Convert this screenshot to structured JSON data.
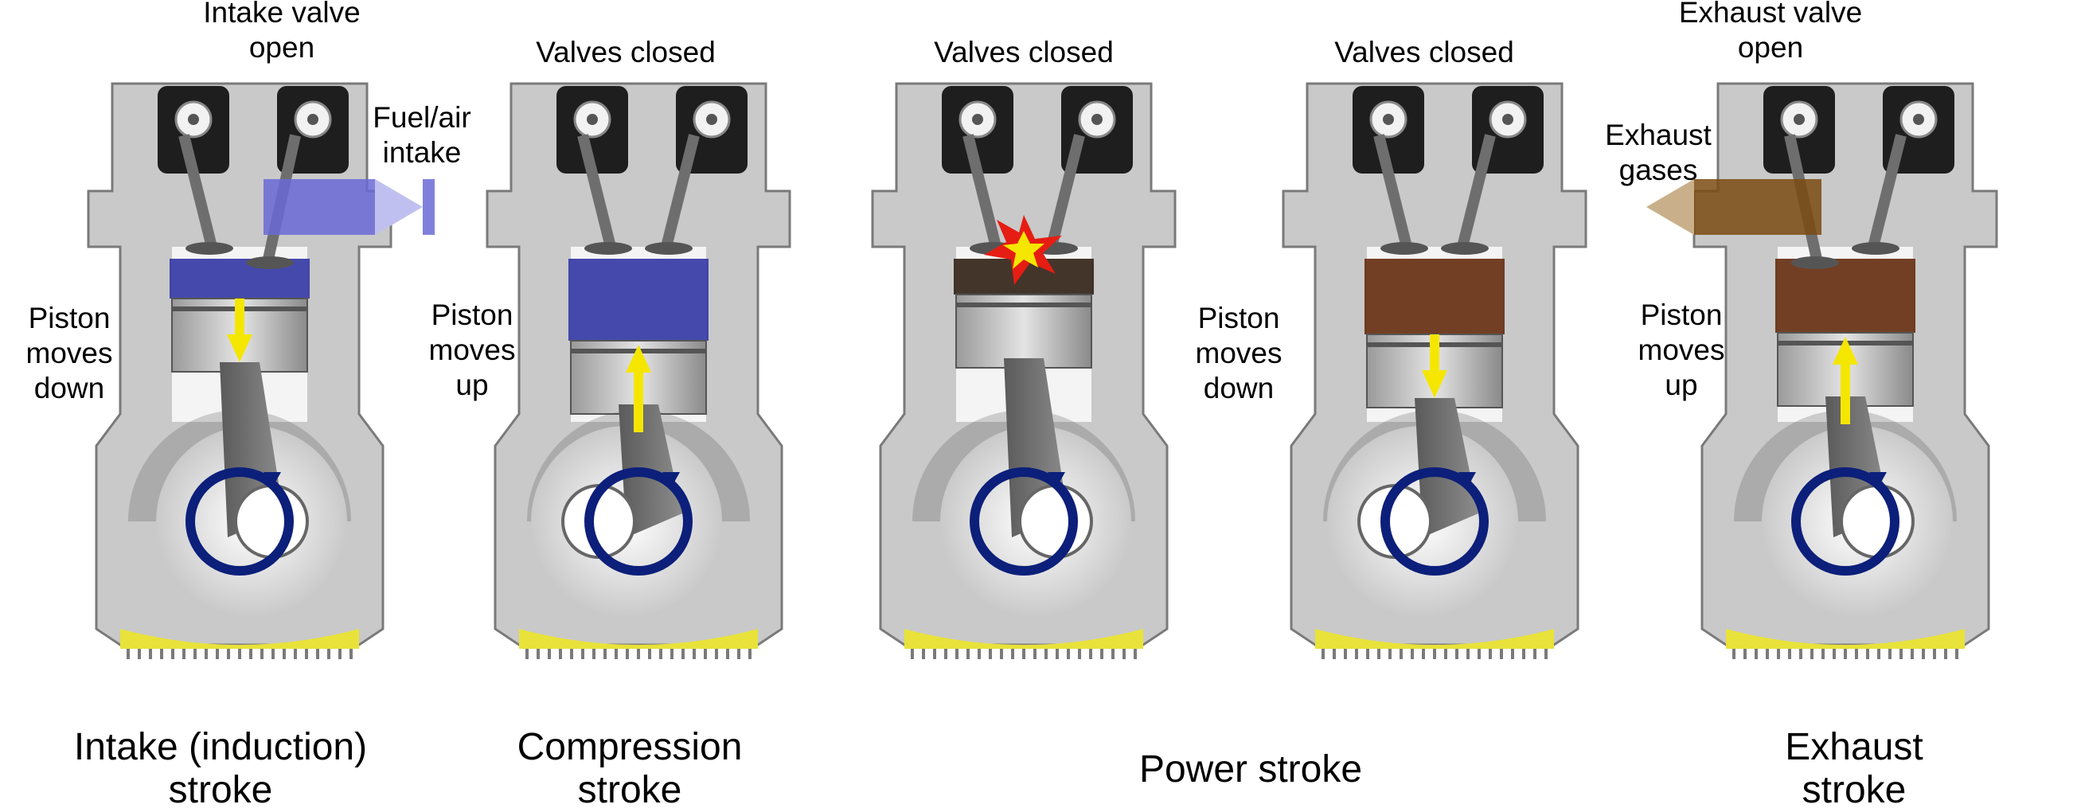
{
  "panels": [
    {
      "id": "intake",
      "top_label": "Intake valve\nopen",
      "side_label": "Piston\nmoves\ndown",
      "flow_label": "Fuel/air\nintake",
      "piston_direction": "down",
      "chamber_color": "#3b3fa8",
      "flow_color": "#6a6ad6",
      "open_valve": "right",
      "spark": false
    },
    {
      "id": "compression",
      "top_label": "Valves closed",
      "side_label": "Piston\nmoves\nup",
      "piston_direction": "up",
      "chamber_color": "#3b3fa8",
      "open_valve": "none",
      "spark": false
    },
    {
      "id": "power-ignition",
      "top_label": "Valves closed",
      "piston_direction": "none",
      "chamber_color": "#3a2a20",
      "open_valve": "none",
      "spark": true
    },
    {
      "id": "power",
      "top_label": "Valves closed",
      "side_label": "Piston\nmoves\ndown",
      "piston_direction": "down",
      "chamber_color": "#6b3518",
      "open_valve": "none",
      "spark": false
    },
    {
      "id": "exhaust",
      "top_label": "Exhaust valve\nopen",
      "side_label": "Piston\nmoves\nup",
      "flow_label": "Exhaust\ngases",
      "piston_direction": "up",
      "chamber_color": "#6b3518",
      "flow_color": "#7a4a10",
      "open_valve": "left",
      "spark": false
    }
  ],
  "captions": {
    "intake": "Intake (induction)\nstroke",
    "compression": "Compression\nstroke",
    "power": "Power stroke",
    "exhaust": "Exhaust\nstroke"
  },
  "colors": {
    "arrow_yellow": "#f5e600",
    "rotation_arrow": "#0c1f7a",
    "oil": "#e8e23a",
    "engine_gray": "#c9c9c9",
    "engine_dark": "#4a4a4a"
  }
}
